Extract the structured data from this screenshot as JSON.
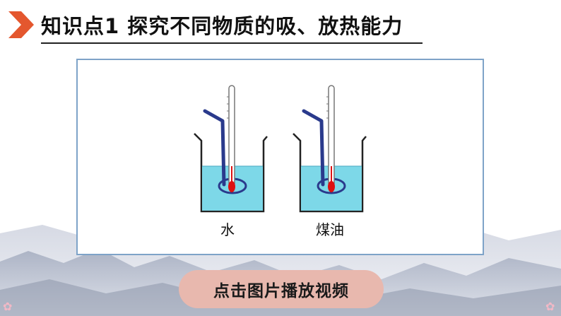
{
  "header": {
    "title": "知识点1  探究不同物质的吸、放热能力",
    "accent_color": "#e4572e"
  },
  "figure": {
    "beakers": [
      {
        "label": "水"
      },
      {
        "label": "煤油"
      }
    ],
    "liquid_color": "#7dd8e8",
    "frame_color": "#7ea3c8"
  },
  "play_button": {
    "label": "点击图片播放视频",
    "color": "#e8b8ae"
  },
  "icons": {
    "header_marker": "chevron-right-icon",
    "decor": "sakura-flower-icon"
  }
}
